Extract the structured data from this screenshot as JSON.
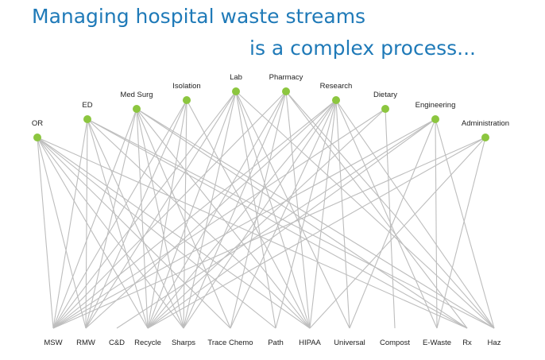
{
  "title": {
    "line1": "Managing hospital waste streams",
    "line2": "is a complex process..."
  },
  "colors": {
    "title": "#1f7ab8",
    "node": "#8cc63f",
    "edge": "#bdbdbd",
    "label": "#222222"
  },
  "departments": [
    "OR",
    "ED",
    "Med Surg",
    "Isolation",
    "Lab",
    "Pharmacy",
    "Research",
    "Dietary",
    "Engineering",
    "Administration"
  ],
  "waste_streams": [
    "MSW",
    "RMW",
    "C&D",
    "Recycle",
    "Sharps",
    "Trace Chemo",
    "Path",
    "HIPAA",
    "Universal",
    "Compost",
    "E-Waste",
    "Rx",
    "Haz"
  ],
  "connections": {
    "OR": [
      "MSW",
      "RMW",
      "Recycle",
      "Sharps",
      "Trace Chemo",
      "Path",
      "HIPAA",
      "Rx"
    ],
    "ED": [
      "MSW",
      "RMW",
      "Recycle",
      "Sharps",
      "HIPAA",
      "Rx",
      "Haz"
    ],
    "Med Surg": [
      "MSW",
      "RMW",
      "Recycle",
      "Sharps",
      "Trace Chemo",
      "HIPAA",
      "Rx",
      "Haz"
    ],
    "Isolation": [
      "MSW",
      "RMW",
      "Recycle",
      "Sharps",
      "HIPAA"
    ],
    "Lab": [
      "MSW",
      "RMW",
      "Recycle",
      "Sharps",
      "Path",
      "HIPAA",
      "Universal",
      "Haz"
    ],
    "Pharmacy": [
      "MSW",
      "Recycle",
      "Sharps",
      "Trace Chemo",
      "HIPAA",
      "Rx",
      "Haz"
    ],
    "Research": [
      "MSW",
      "RMW",
      "Recycle",
      "Sharps",
      "Trace Chemo",
      "Path",
      "HIPAA",
      "Universal",
      "E-Waste",
      "Haz"
    ],
    "Dietary": [
      "MSW",
      "Recycle",
      "Compost"
    ],
    "Engineering": [
      "MSW",
      "C&D",
      "Recycle",
      "Universal",
      "E-Waste",
      "Haz"
    ],
    "Administration": [
      "MSW",
      "Recycle",
      "HIPAA",
      "E-Waste"
    ]
  }
}
